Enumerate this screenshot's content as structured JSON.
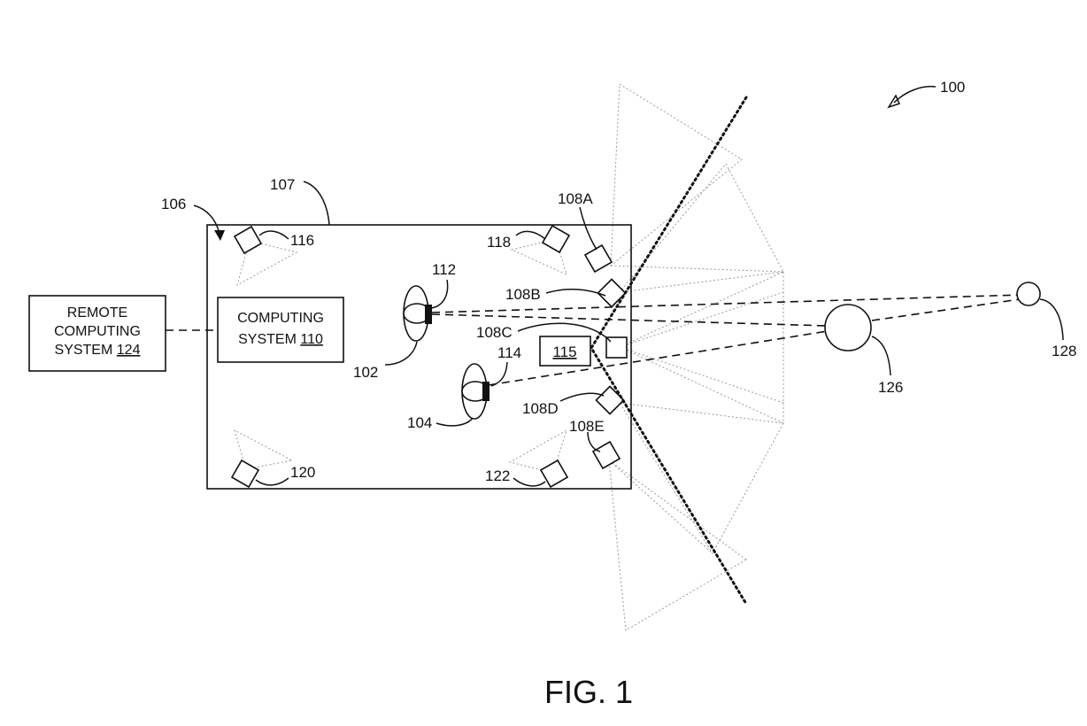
{
  "labels": {
    "system": "100",
    "vehicle": "106",
    "vehicle_body": "107",
    "sensor_a": "108A",
    "sensor_b": "108B",
    "sensor_c": "108C",
    "sensor_d": "108D",
    "sensor_e": "108E",
    "occupant_1": "102",
    "occupant_2": "104",
    "camera_1": "112",
    "camera_2": "114",
    "display": "115",
    "interior_sensor_1": "116",
    "interior_sensor_2": "118",
    "interior_sensor_3": "120",
    "interior_sensor_4": "122",
    "object_near": "126",
    "object_far": "128"
  },
  "computing_system": {
    "line1": "COMPUTING",
    "line2": "SYSTEM",
    "number": "110"
  },
  "remote_computing_system": {
    "line1": "REMOTE",
    "line2": "COMPUTING",
    "line3": "SYSTEM",
    "number": "124"
  },
  "figure_caption": "FIG. 1"
}
